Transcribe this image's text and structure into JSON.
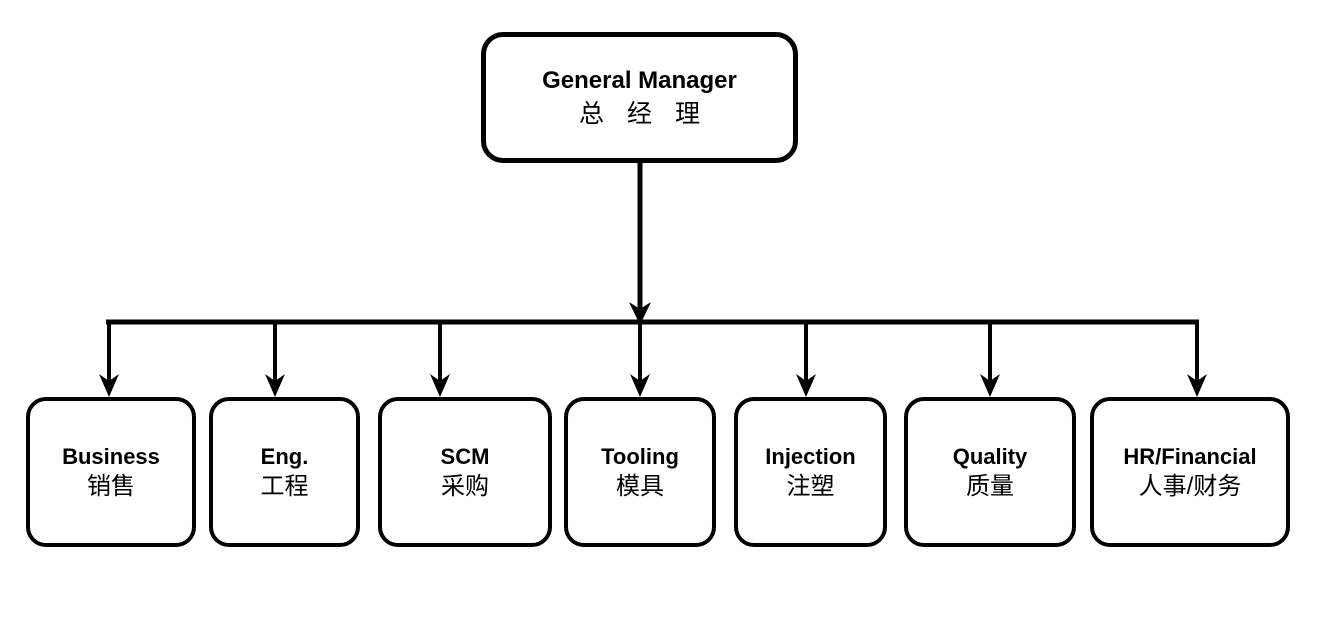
{
  "diagram": {
    "type": "organization-chart",
    "orientation": "top-down",
    "stroke_color": "#000000",
    "background_color": "#ffffff",
    "root": {
      "id": "general-manager",
      "title_en": "General Manager",
      "title_zh": "总 经 理"
    },
    "departments": [
      {
        "id": "business",
        "title_en": "Business",
        "title_zh": "销售"
      },
      {
        "id": "engineering",
        "title_en": "Eng.",
        "title_zh": "工程"
      },
      {
        "id": "scm",
        "title_en": "SCM",
        "title_zh": "采购"
      },
      {
        "id": "tooling",
        "title_en": "Tooling",
        "title_zh": "模具"
      },
      {
        "id": "injection",
        "title_en": "Injection",
        "title_zh": "注塑"
      },
      {
        "id": "quality",
        "title_en": "Quality",
        "title_zh": "质量"
      },
      {
        "id": "hr-financial",
        "title_en": "HR/Financial",
        "title_zh": "人事/财务"
      }
    ]
  }
}
